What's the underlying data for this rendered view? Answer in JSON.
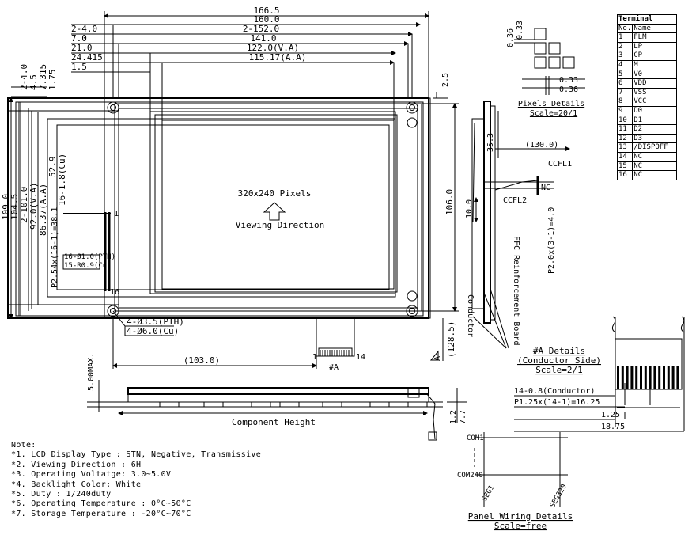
{
  "front_view": {
    "width_labels": [
      "166.5",
      "160.0",
      "2-152.0",
      "141.0",
      "122.0(V.A)",
      "115.17(A.A)"
    ],
    "left_offsets": [
      "2-4.0",
      "7.0",
      "21.0",
      "24.415",
      "1.5"
    ],
    "top_offsets": [
      "2-4.0",
      "4.5",
      "7.315",
      "1.75"
    ],
    "height_labels": [
      "109.0",
      "104.5",
      "2-101.0",
      "92.0(V.A)",
      "86.37(A.A)"
    ],
    "pin_dims": [
      "52.9",
      "16-1.8(Cu)",
      "P2.54x(16-1)=38.1"
    ],
    "pad_labels": [
      "16-Ø1.0(PTH)",
      "15-R0.9(Cu)"
    ],
    "pin_numbers": [
      "1",
      "16"
    ],
    "hole_labels": [
      "4-Ø3.5(PTH)",
      "4-Ø6.0(Cu)"
    ],
    "bottom_dim": "(103.0)",
    "fpc_pins": [
      "1",
      "14"
    ],
    "fpc_callout": "#A",
    "center_title": "320x240 Pixels",
    "center_subtitle": "Viewing Direction",
    "right_dims": [
      "2.5",
      "106.0",
      "(128.5)"
    ],
    "section_mark": "A"
  },
  "side_view": {
    "labels": [
      "35.3",
      "(130.0)",
      "CCFL1",
      "NC",
      "CCFL2",
      "10.0",
      "P2.0x(3-1)=4.0",
      "FFC Reinforcement Board",
      "Conductor"
    ]
  },
  "pixel_details": {
    "dims": [
      "0.36",
      "0.33",
      "0.33",
      "0.36"
    ],
    "title": "Pixels Details",
    "scale": "Scale=20/1"
  },
  "terminal": {
    "title": "Terminal",
    "col_no": "No.",
    "col_name": "Name",
    "rows": [
      {
        "no": "1",
        "name": "FLM"
      },
      {
        "no": "2",
        "name": "LP"
      },
      {
        "no": "3",
        "name": "CP"
      },
      {
        "no": "4",
        "name": "M"
      },
      {
        "no": "5",
        "name": "V0"
      },
      {
        "no": "6",
        "name": "VDD"
      },
      {
        "no": "7",
        "name": "VSS"
      },
      {
        "no": "8",
        "name": "VCC"
      },
      {
        "no": "9",
        "name": "D0"
      },
      {
        "no": "10",
        "name": "D1"
      },
      {
        "no": "11",
        "name": "D2"
      },
      {
        "no": "12",
        "name": "D3"
      },
      {
        "no": "13",
        "name": "/DISPOFF"
      },
      {
        "no": "14",
        "name": "NC"
      },
      {
        "no": "15",
        "name": "NC"
      },
      {
        "no": "16",
        "name": "NC"
      }
    ]
  },
  "a_details": {
    "title": "#A Details",
    "subtitle": "(Conductor Side)",
    "scale": "Scale=2/1",
    "dims": [
      "14-0.8(Conductor)",
      "P1.25x(14-1)=16.25",
      "1.25",
      "18.75"
    ]
  },
  "bottom_view": {
    "max_label": "5.00MAX.",
    "component_height": "Component Height",
    "dims": [
      "1.2",
      "7.7"
    ]
  },
  "panel_wiring": {
    "com1": "COM1",
    "com240": "COM240",
    "seg1": "SEG1",
    "seg320": "SEG320",
    "title": "Panel Wiring Details",
    "scale": "Scale=free"
  },
  "notes": {
    "title": "Note:",
    "items": [
      "*1. LCD Display Type : STN, Negative, Transmissive",
      "*2. Viewing Direction : 6H",
      "*3. Operating Voltatge: 3.0~5.0V",
      "*4. Backlight Color: White",
      "*5. Duty : 1/240duty",
      "*6. Operating Temperature : 0°C~50°C",
      "*7. Storage Temperature : -20°C~70°C"
    ]
  }
}
